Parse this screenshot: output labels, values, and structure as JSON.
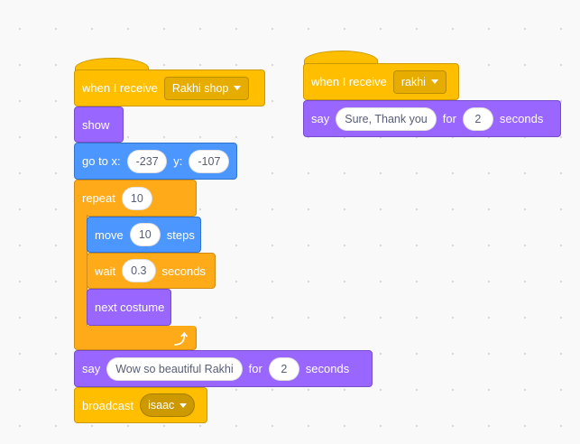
{
  "script1": {
    "hat": {
      "label": "when I receive",
      "message": "Rakhi shop"
    },
    "show": {
      "label": "show"
    },
    "goto": {
      "label_x": "go to x:",
      "x": "-237",
      "label_y": "y:",
      "y": "-107"
    },
    "repeat": {
      "label": "repeat",
      "times": "10"
    },
    "move": {
      "label": "move",
      "steps": "10",
      "suffix": "steps"
    },
    "wait": {
      "label": "wait",
      "seconds": "0.3",
      "suffix": "seconds"
    },
    "next_costume": {
      "label": "next costume"
    },
    "loop_icon": "loop-arrow-icon",
    "say": {
      "label": "say",
      "message": "Wow so beautiful Rakhi",
      "for": "for",
      "seconds": "2",
      "suffix": "seconds"
    },
    "broadcast": {
      "label": "broadcast",
      "message": "isaac"
    }
  },
  "script2": {
    "hat": {
      "label": "when I receive",
      "message": "rakhi"
    },
    "say": {
      "label": "say",
      "message": "Sure, Thank you",
      "for": "for",
      "seconds": "2",
      "suffix": "seconds"
    }
  },
  "colors": {
    "events": "#ffbf00",
    "looks": "#9966ff",
    "motion": "#4c97ff",
    "control": "#ffab19",
    "canvas": "#f9f9f9"
  }
}
